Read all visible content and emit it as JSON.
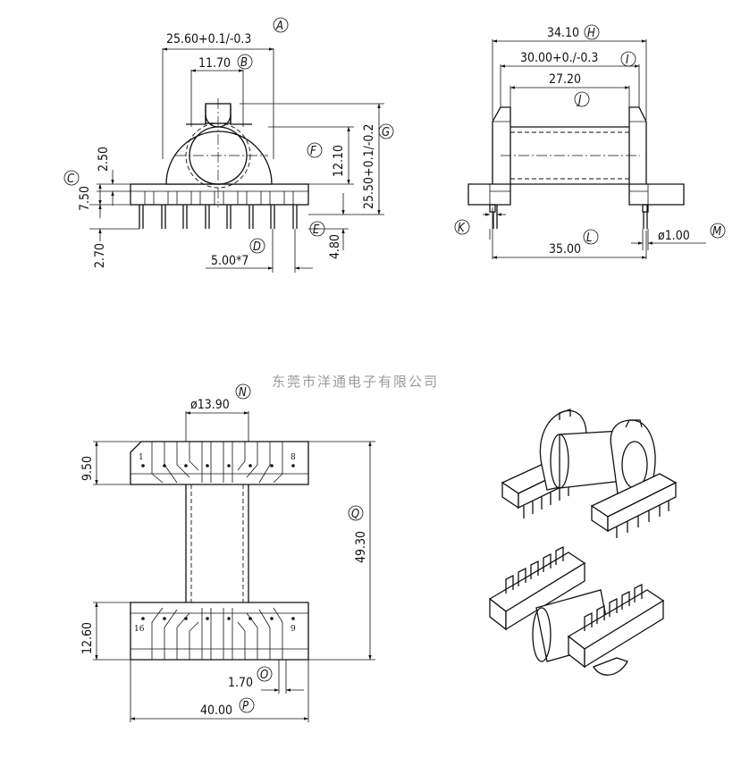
{
  "watermark": "东莞市洋通电子有限公司",
  "dimensions": {
    "A": "25.60+0.1/-0.3",
    "B": "11.70",
    "C": "7.50",
    "C_top": "2.50",
    "C_pin": "2.70",
    "D": "5.00*7",
    "E": "4.80",
    "F": "12.10",
    "G": "25.50+0.1/-0.2",
    "H": "34.10",
    "I": "30.00+0./-0.3",
    "J": "27.20",
    "L": "35.00",
    "M": "ø1.00",
    "N": "ø13.90",
    "Q": "49.30",
    "top_flange": "9.50",
    "bottom_flange": "12.60",
    "O": "1.70",
    "P": "40.00"
  },
  "labels": [
    "A",
    "B",
    "C",
    "D",
    "E",
    "F",
    "G",
    "H",
    "I",
    "J",
    "K",
    "L",
    "M",
    "N",
    "O",
    "P",
    "Q"
  ],
  "pin_numbers": {
    "p1": "1",
    "p8": "8",
    "p16": "16",
    "p9": "9"
  }
}
